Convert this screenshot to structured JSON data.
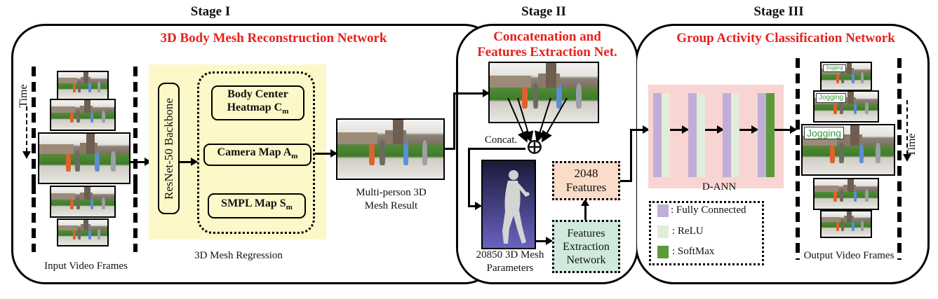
{
  "stages": [
    {
      "label": "Stage I",
      "title": "3D Body Mesh Reconstruction Network"
    },
    {
      "label": "Stage II",
      "title_line1": "Concatenation and",
      "title_line2": "Features Extraction Net."
    },
    {
      "label": "Stage III",
      "title": "Group Activity Classification Network"
    }
  ],
  "stage1": {
    "input_caption": "Input Video Frames",
    "time_label": "Time",
    "backbone": "ResNet-50 Backbone",
    "regression_caption": "3D Mesh Regression",
    "heads": [
      {
        "text": "Body Center",
        "text2": "Heatmap C",
        "sub": "m"
      },
      {
        "text": "Camera Map A",
        "sub": "m"
      },
      {
        "text": "SMPL Map S",
        "sub": "m"
      }
    ],
    "mesh_caption_line1": "Multi-person 3D",
    "mesh_caption_line2": "Mesh Result"
  },
  "stage2": {
    "concat_label": "Concat.",
    "concat_symbol": "⊕",
    "mesh_params_line1": "20850 3D Mesh",
    "mesh_params_line2": "Parameters",
    "features_line1": "2048",
    "features_line2": "Features",
    "fen_line1": "Features",
    "fen_line2": "Extraction",
    "fen_line3": "Network",
    "colors": {
      "features_box": "#fbdcc8",
      "fen_box": "#cfe9dc"
    }
  },
  "stage3": {
    "dann_label": "D-ANN",
    "legend": [
      {
        "label": ": Fully Connected",
        "color": "#c0aed6"
      },
      {
        "label": ": ReLU",
        "color": "#dfeed8"
      },
      {
        "label": ": SoftMax",
        "color": "#5a9a3a"
      }
    ],
    "output_caption": "Output Video Frames",
    "time_label": "Time",
    "activity_tag": "Jogging"
  },
  "colors": {
    "title_red": "#e8201c",
    "yellow_bg": "#fdf8c8",
    "pink_bg": "#f8d4d2"
  }
}
